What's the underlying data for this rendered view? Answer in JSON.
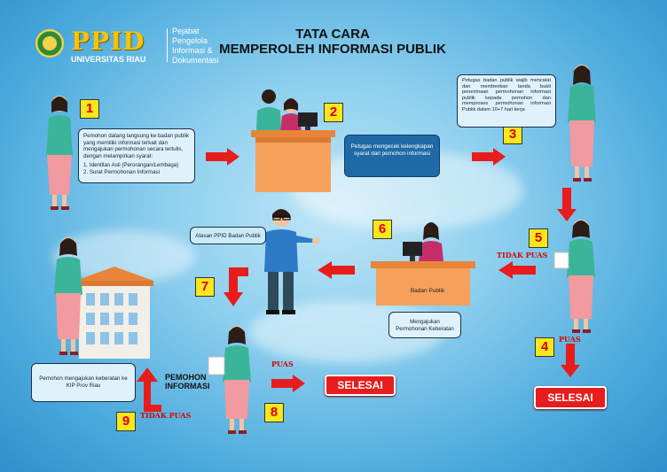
{
  "logo": {
    "text": "PPID",
    "university": "UNIVERSITAS RIAU",
    "subtitle": "Pejabat Pengelola Informasi & Dokumentasi"
  },
  "title": {
    "line1": "TATA CARA",
    "line2": "MEMPEROLEH INFORMASI PUBLIK"
  },
  "steps": {
    "s1": "1",
    "s2": "2",
    "s3": "3",
    "s4": "4",
    "s5": "5",
    "s6": "6",
    "s7": "7",
    "s8": "8",
    "s9": "9"
  },
  "boxes": {
    "step1": "Pemohon datang langsung ke badan publik yang memiliki informasi terkait dan mengajukan permohonan secara tertulis, dengan melampirkan syarat:",
    "step1_item1": "1. Identitas Asli (Perorangan/Lembaga)",
    "step1_item2": "2. Surat Permohonan Informasi",
    "step2": "Petugas mengecek kelengkapan syarat dari pemohon informasi",
    "step3": "Petugas badan publik wajib mencatat dan memberikan tanda bukti penerimaan permohonan informasi publik kepada pemohon dan memproses permohonan informasi Publik dalam 10+7 hari kerja",
    "atasan": "Atasan PPID Badan Publik",
    "step6": "Mengajukan Permohonan Keberatan",
    "step9": "Pemohon mengajukan keberatan ke KIP Prov Riau"
  },
  "labels": {
    "badan_publik": "Badan Publik",
    "tidak_puas_5": "TIDAK PUAS",
    "puas_4": "PUAS",
    "puas_8": "PUAS",
    "tidak_puas_9": "TIDAK PUAS",
    "pemohon_line1": "PEMOHON",
    "pemohon_line2": "INFORMASI",
    "selesai_1": "SELESAI",
    "selesai_2": "SELESAI"
  },
  "colors": {
    "arrow_red": "#e81c1c",
    "number_badge": "#f8e71c",
    "selesai_bg": "#e81c1c"
  }
}
